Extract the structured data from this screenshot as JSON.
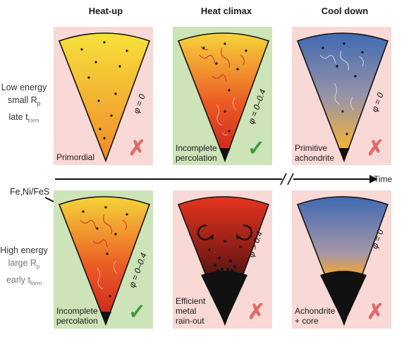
{
  "columns": [
    "Heat-up",
    "Heat climax",
    "Cool down"
  ],
  "rows": {
    "low": {
      "title": "Low energy",
      "size": "small R",
      "size_sub": "p",
      "time": "late t",
      "time_sub": "form"
    },
    "high": {
      "title": "High energy",
      "size": "large R",
      "size_sub": "p",
      "time": "early t",
      "time_sub": "form"
    }
  },
  "timeline_label": "Time",
  "pointer_label": "Fe,Ni/FeS",
  "panels": [
    {
      "id": "low-heatup",
      "label": "Primordial",
      "phi": "φ = 0",
      "result": "cross",
      "bg": "#f8d9d5"
    },
    {
      "id": "low-climax",
      "label": "Incomplete\npercolation",
      "phi": "φ = 0–0.4",
      "result": "check",
      "bg": "#cde3b8"
    },
    {
      "id": "low-cooldown",
      "label": "Primitive\nachondrite",
      "phi": "φ = 0",
      "result": "cross",
      "bg": "#f8d9d5"
    },
    {
      "id": "high-heatup",
      "label": "Incomplete\npercolation",
      "phi": "φ = 0–0.4",
      "result": "check",
      "bg": "#cde3b8"
    },
    {
      "id": "high-climax",
      "label": "Efficient\nmetal\nrain-out",
      "phi": "φ > 0.4",
      "result": "cross",
      "bg": "#f8d9d5"
    },
    {
      "id": "high-cooldown",
      "label": "Achondrite\n+ core",
      "phi": "φ = 0",
      "result": "cross",
      "bg": "#f8d9d5"
    }
  ],
  "symbols": {
    "cross": "✗",
    "check": "✓"
  }
}
